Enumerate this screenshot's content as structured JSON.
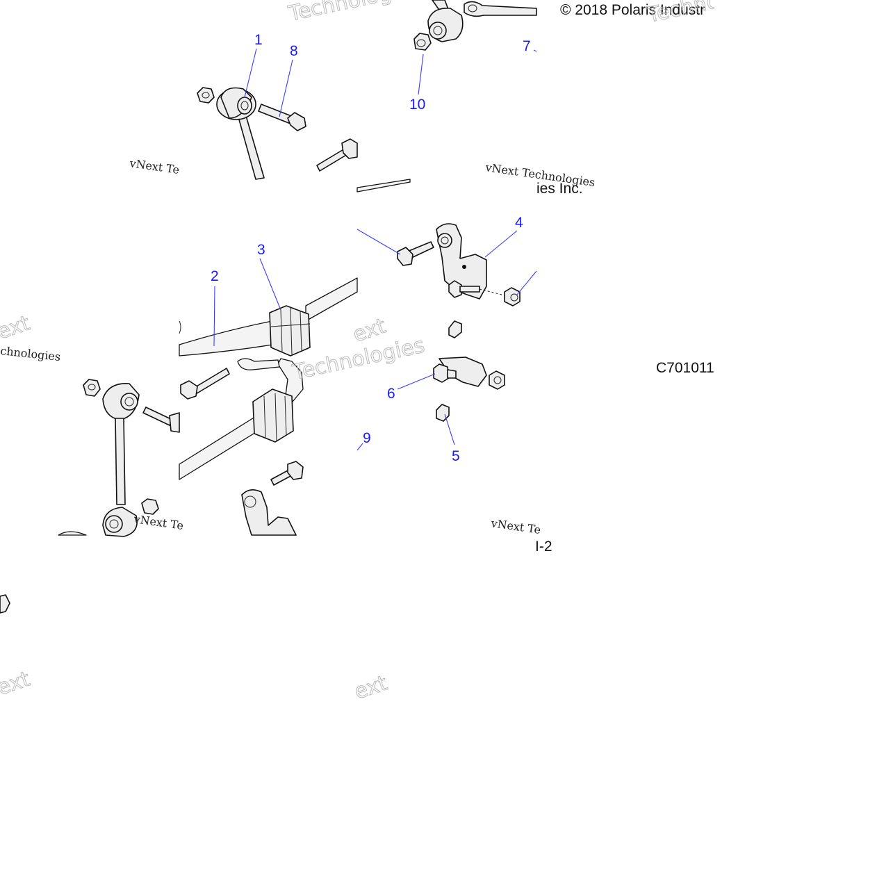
{
  "diagram": {
    "copyright": "© 2018 Polaris Industr",
    "copyright_tail": "ies Inc.",
    "drawing_id": "C701011",
    "page_fragment": "I-2",
    "watermark": {
      "brand": "vNext Te",
      "brand_alt": "vNext Technologies",
      "word_tech": "Technologies",
      "word_next": "ext",
      "word_frag": "chnologies"
    },
    "callouts": [
      {
        "id": "1",
        "label": "1"
      },
      {
        "id": "2",
        "label": "2"
      },
      {
        "id": "3",
        "label": "3"
      },
      {
        "id": "4",
        "label": "4"
      },
      {
        "id": "5",
        "label": "5"
      },
      {
        "id": "6",
        "label": "6"
      },
      {
        "id": "7",
        "label": "7"
      },
      {
        "id": "8",
        "label": "8"
      },
      {
        "id": "9",
        "label": "9"
      },
      {
        "id": "10",
        "label": "10"
      }
    ]
  }
}
